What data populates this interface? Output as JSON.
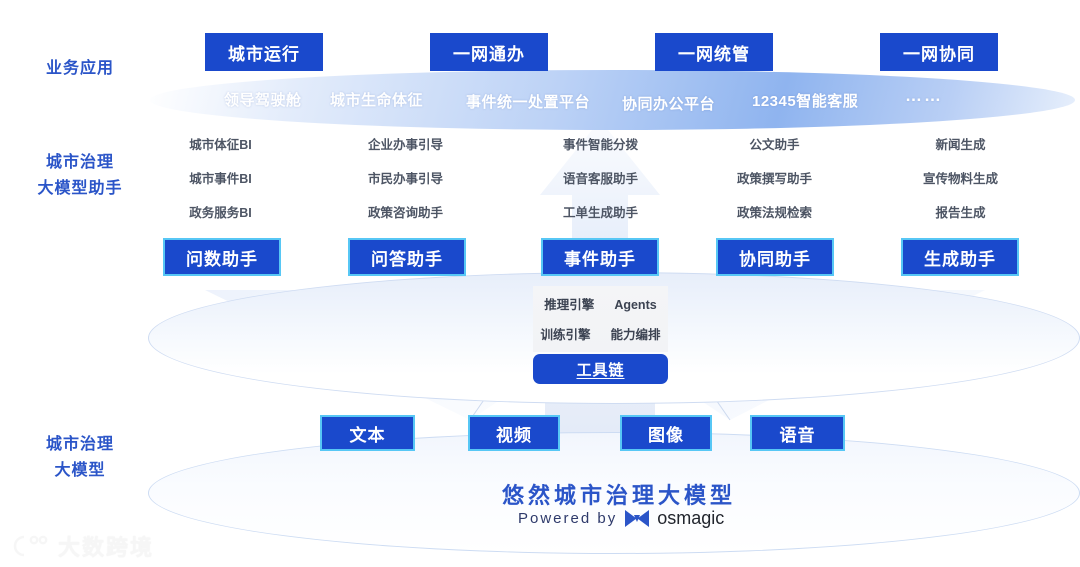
{
  "side_labels": [
    {
      "id": "business-application",
      "lines": [
        "业务应用"
      ]
    },
    {
      "id": "city-governance-llm-assistant",
      "lines": [
        "城市治理",
        "大模型助手"
      ]
    },
    {
      "id": "city-governance-llm",
      "lines": [
        "城市治理",
        "大模型"
      ]
    }
  ],
  "top_boxes": [
    {
      "label": "城市运行"
    },
    {
      "label": "一网通办"
    },
    {
      "label": "一网统管"
    },
    {
      "label": "一网协同"
    }
  ],
  "top_band_items": [
    {
      "label": "领导驾驶舱"
    },
    {
      "label": "城市生命体征"
    },
    {
      "label": "事件统一处置平台"
    },
    {
      "label": "协同办公平台"
    },
    {
      "label": "12345智能客服"
    },
    {
      "label": "……"
    }
  ],
  "assistant_columns": [
    {
      "box": "问数助手",
      "items": [
        "城市体征BI",
        "城市事件BI",
        "政务服务BI"
      ]
    },
    {
      "box": "问答助手",
      "items": [
        "企业办事引导",
        "市民办事引导",
        "政策咨询助手"
      ]
    },
    {
      "box": "事件助手",
      "items": [
        "事件智能分拨",
        "语音客服助手",
        "工单生成助手"
      ]
    },
    {
      "box": "协同助手",
      "items": [
        "公文助手",
        "政策撰写助手",
        "政策法规检索"
      ]
    },
    {
      "box": "生成助手",
      "items": [
        "新闻生成",
        "宣传物料生成",
        "报告生成"
      ]
    }
  ],
  "engine": {
    "row1": [
      "推理引擎",
      "Agents"
    ],
    "row2": [
      "训练引擎",
      "能力编排"
    ],
    "toolchain_label": "工具链"
  },
  "modality_boxes": [
    {
      "label": "文本"
    },
    {
      "label": "视频"
    },
    {
      "label": "图像"
    },
    {
      "label": "语音"
    }
  ],
  "brand": {
    "title": "悠然城市治理大模型",
    "powered_by": "Powered by",
    "logo_word": "osmagic"
  },
  "watermark": {
    "text": "大数跨境"
  },
  "colors": {
    "box_blue": "#1a49cc",
    "box_border_cyan": "#57c7f5",
    "label_blue": "#2b55c8",
    "sub_text": "#4d5564",
    "band_gradient_dark": "#8fb4ef",
    "band_gradient_light": "#e8f0fc"
  }
}
